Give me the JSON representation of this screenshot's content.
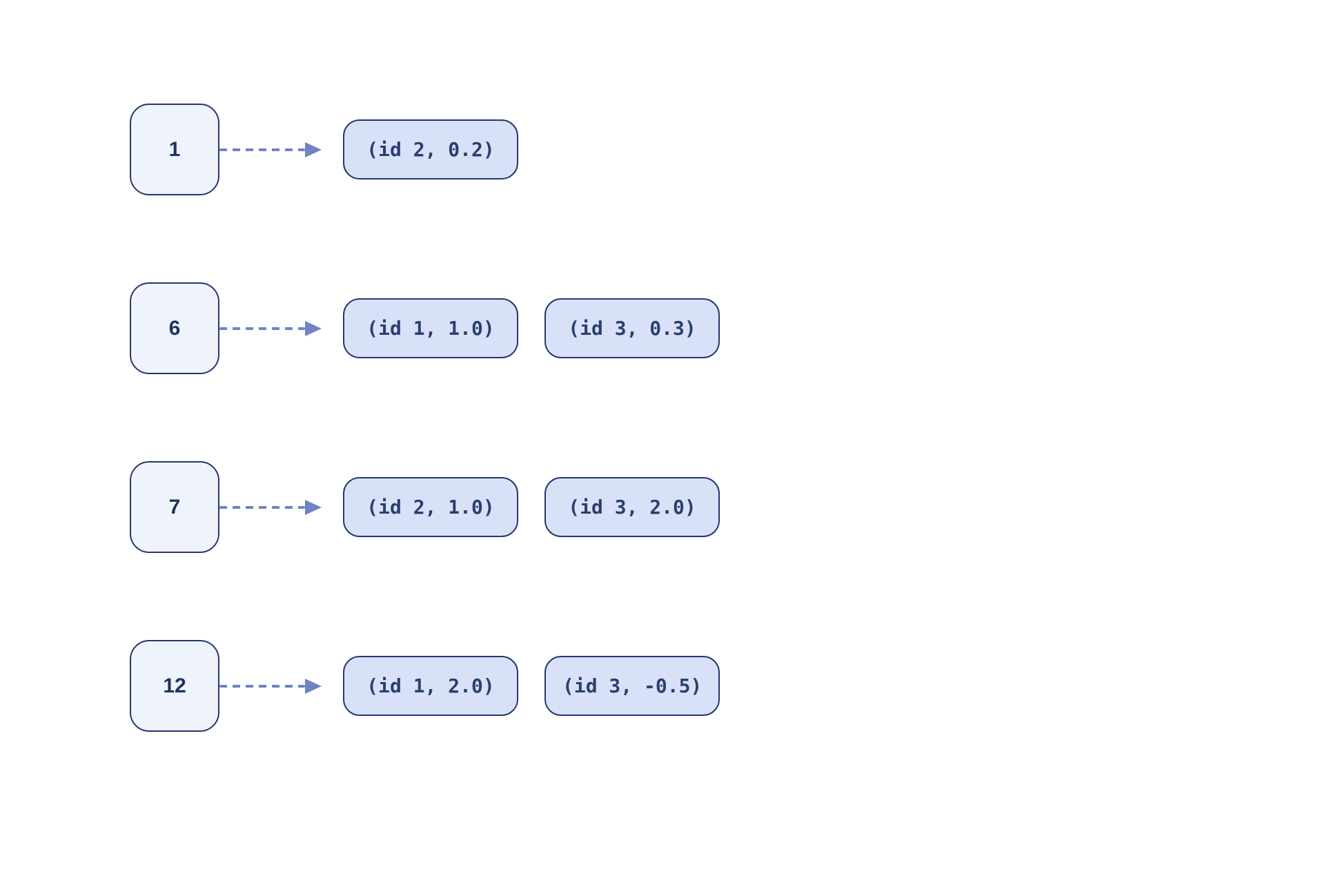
{
  "diagram": {
    "rows": [
      {
        "key": "1",
        "values": [
          "(id 2, 0.2)"
        ]
      },
      {
        "key": "6",
        "values": [
          "(id 1, 1.0)",
          "(id 3, 0.3)"
        ]
      },
      {
        "key": "7",
        "values": [
          "(id 2, 1.0)",
          "(id 3, 2.0)"
        ]
      },
      {
        "key": "12",
        "values": [
          "(id 1, 2.0)",
          "(id 3, -0.5)"
        ]
      }
    ],
    "colors": {
      "background": "#ffffff",
      "key_fill": "#eef3fc",
      "value_fill": "#d8e1f7",
      "border": "#24386b",
      "text": "#2b3f6e",
      "key_text": "#1f3261",
      "arrow": "#6e84c4"
    }
  }
}
